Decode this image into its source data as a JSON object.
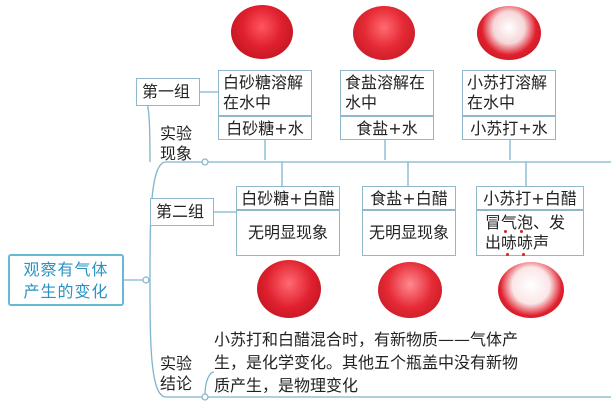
{
  "root": {
    "line1": "观察有气体",
    "line2": "产生的变化"
  },
  "group1": {
    "label": "第一组",
    "items": [
      {
        "desc_line1": "白砂糖溶解",
        "desc_line2": "在水中",
        "formula": "白砂糖+水"
      },
      {
        "desc_line1": "食盐溶解在",
        "desc_line2": "水中",
        "formula": "食盐+水"
      },
      {
        "desc_line1": "小苏打溶解",
        "desc_line2": "在水中",
        "formula": "小苏打+水"
      }
    ]
  },
  "phenomenon_label": {
    "line1": "实验",
    "line2": "现象"
  },
  "group2": {
    "label": "第二组",
    "items": [
      {
        "formula": "白砂糖+白醋",
        "result_line1": "无明显现象",
        "result_line2": ""
      },
      {
        "formula": "食盐+白醋",
        "result_line1": "无明显现象",
        "result_line2": ""
      },
      {
        "formula": "小苏打+白醋",
        "result_line1": "冒气泡、发",
        "result_line2": "出哧哧声"
      }
    ]
  },
  "conclusion_label": {
    "line1": "实验",
    "line2": "结论"
  },
  "conclusion": {
    "line1": "小苏打和白醋混合时，有新物质——气体产",
    "line2": "生，是化学变化。其他五个瓶盖中没有新物",
    "line3": "质产生，是物理变化"
  },
  "colors": {
    "cap": "#e0202e",
    "line": "#7fb4cc",
    "root_text": "#2b92c2",
    "bubble_dot": "#d61f1f"
  }
}
